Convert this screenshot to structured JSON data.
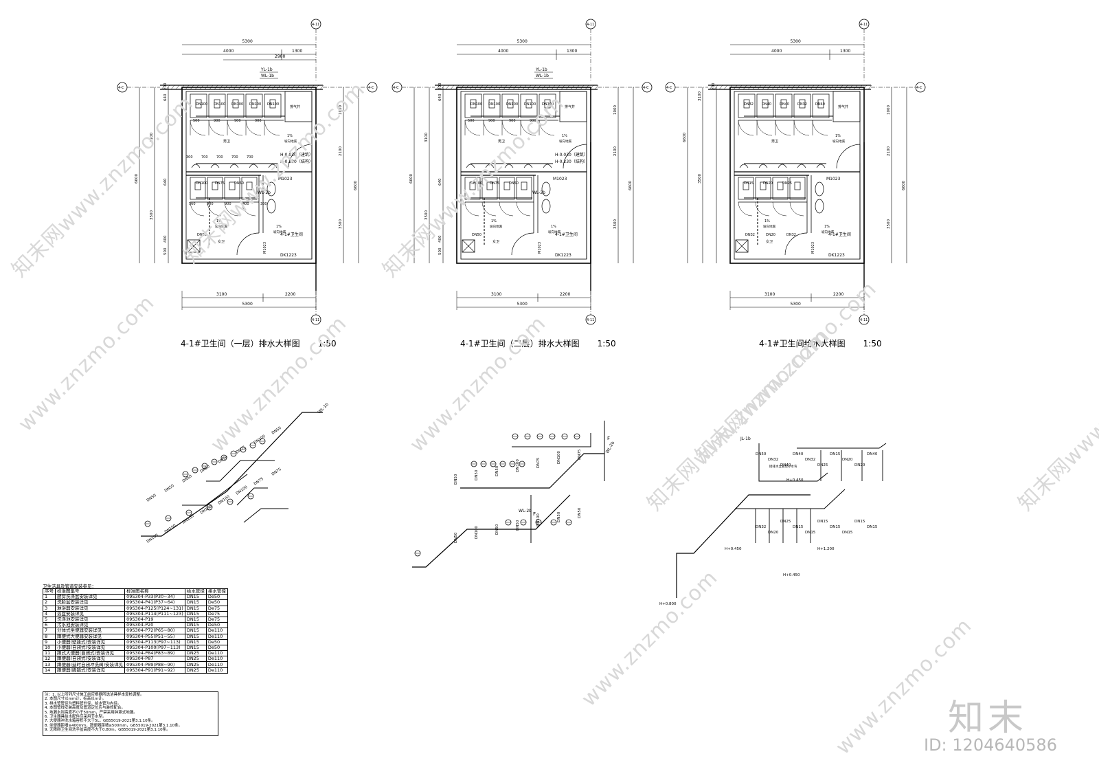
{
  "plans": [
    {
      "title": "4-1#卫生间（一层）排水大样图",
      "scale": "1:50",
      "dims_top": [
        "5300",
        "4000",
        "1300",
        "2900"
      ],
      "dims_bottom": [
        "3100",
        "2200",
        "5300"
      ],
      "dims_left": [
        "200",
        "640",
        "3100",
        "6600",
        "640",
        "3500",
        "400",
        "500"
      ],
      "dims_right": [
        "1000",
        "2100",
        "6600",
        "3500"
      ],
      "axis_top": "4-11",
      "axis_bottom": "4-11",
      "axis_left": "4-C",
      "axis_right": "4-C",
      "pipe_labels": [
        "YL-1b",
        "WL-1b",
        "WL-2b"
      ],
      "elevations": [
        "H-0.030（建筑）",
        "H-0.230（结构）"
      ],
      "doors": [
        "M1023",
        "M1023"
      ],
      "room": "4-1#卫生间",
      "opening": "DK1223",
      "shaft": "排气井",
      "male": "男卫",
      "female": "女卫",
      "slope": "1%",
      "slope_note": "坡向地漏",
      "sizes": [
        "DN100",
        "DN100",
        "DN100",
        "DN100",
        "DN100",
        "DN100",
        "DN75",
        "DN50",
        "DN50"
      ],
      "spacing": [
        "500",
        "900",
        "900",
        "900",
        "300",
        "700",
        "700",
        "700",
        "700",
        "560",
        "900",
        "900",
        "400",
        "300"
      ]
    },
    {
      "title": "4-1#卫生间（二层）排水大样图",
      "scale": "1:50",
      "dims_top": [
        "5300",
        "4000",
        "1300"
      ],
      "dims_bottom": [
        "3100",
        "2200",
        "5300"
      ],
      "dims_left": [
        "200",
        "640",
        "3100",
        "6600",
        "640",
        "3500",
        "400",
        "500"
      ],
      "dims_right": [
        "1000",
        "2100",
        "6600",
        "3500"
      ],
      "axis_top": "4-11",
      "axis_bottom": "4-11",
      "axis_left": "4-C",
      "axis_right": "4-C",
      "pipe_labels": [
        "YL-1b",
        "WL-1b",
        "WL-2b"
      ],
      "elevations": [
        "H-0.030（建筑）",
        "H-0.230（结构）"
      ],
      "doors": [
        "M1023",
        "M1023"
      ],
      "room": "4-1#卫生间",
      "opening": "DK1223",
      "shaft": "排气井",
      "male": "男卫",
      "female": "女卫",
      "slope": "1%",
      "slope_note": "坡向地漏",
      "sizes": [
        "DN100",
        "DN100",
        "DN100",
        "DN100",
        "DN100",
        "DN100",
        "DN75",
        "DN50",
        "DN50"
      ],
      "spacing": [
        "500",
        "900",
        "900",
        "900"
      ]
    },
    {
      "title": "4-1#卫生间给水大样图",
      "scale": "1:50",
      "dims_top": [
        "5300",
        "4000",
        "1300"
      ],
      "dims_bottom": [
        "3100",
        "2200",
        "5300"
      ],
      "dims_left": [
        "200",
        "3100",
        "6600",
        "3500"
      ],
      "dims_right": [
        "1000",
        "2100",
        "6600",
        "3500"
      ],
      "axis_top": "4-11",
      "axis_bottom": "4-11",
      "axis_left": "4-C",
      "axis_right": "4-C",
      "pipe_labels": [],
      "elevations": [],
      "doors": [
        "M1023",
        "M1023"
      ],
      "room": "4-1#卫生间",
      "opening": "DK1223",
      "shaft": "排气井",
      "male": "男卫",
      "female": "女卫",
      "slope": "1%",
      "slope_note": "坡向地漏",
      "sizes": [
        "DN32",
        "DN40",
        "DN40",
        "DN32",
        "DN40",
        "DN15",
        "DN20",
        "DN25",
        "DN32",
        "DN20",
        "DN32"
      ],
      "spacing": []
    }
  ],
  "iso1": {
    "sizes": [
      "DN100",
      "DN100",
      "DN100",
      "DN100",
      "DN100",
      "DN100",
      "DN75",
      "DN75",
      "DN50",
      "DN50",
      "DN50",
      "DN50",
      "DN50",
      "DN75",
      "DN100",
      "DN50"
    ],
    "riser": "WL-1b"
  },
  "iso2": {
    "sizes": [
      "DN50",
      "DN50",
      "DN50",
      "DN100",
      "DN75",
      "DN100",
      "DN75",
      "DN50",
      "DN100",
      "DN50",
      "DN50",
      "DN100",
      "DN50",
      "DN50"
    ],
    "risers": [
      "WL-2b",
      "WL-2b"
    ],
    "marks": [
      "F",
      "F"
    ]
  },
  "iso3": {
    "riser": "JL-1b",
    "sizes": [
      "DN50",
      "DN32",
      "DN40",
      "DN40",
      "DN32",
      "DN25",
      "DN15",
      "DN20",
      "DN20",
      "DN40",
      "DN32",
      "DN20",
      "DN25",
      "DN15",
      "DN15",
      "DN15",
      "DN15",
      "DN15",
      "DN15",
      "DN15"
    ],
    "elevations": [
      "H+0.450",
      "H+0.450",
      "H+1.200",
      "H+0.450",
      "H+0.800"
    ],
    "note": "接排水立管及存水弯"
  },
  "fixture_table": {
    "caption": "卫生洁具及管道安装参见：",
    "headers": [
      "序号",
      "标准图集号",
      "标准图名称",
      "给水管径",
      "排水管径"
    ],
    "rows": [
      [
        "1",
        "厨房洗涤盆安装详见",
        "09S304-P33(P30~34)",
        "DN15",
        "De50"
      ],
      [
        "2",
        "洗脸盆安装详见",
        "09S304-P41(P37~64)",
        "DN15",
        "De50"
      ],
      [
        "3",
        "淋浴器安装详见",
        "09S304-P125(P124~131)",
        "DN15",
        "De75"
      ],
      [
        "4",
        "浴盆安装详见",
        "09S304-P114(P111~123)",
        "DN15",
        "De75"
      ],
      [
        "5",
        "洗涤池安装详见",
        "09S304-P19",
        "DN15",
        "De75"
      ],
      [
        "6",
        "污水池安装详见",
        "09S304-P20",
        "DN15",
        "De50"
      ],
      [
        "7",
        "分体式坐便器安装详见",
        "09S304-P72(P65~80)",
        "DN15",
        "De110"
      ],
      [
        "8",
        "蹲便式大便器安装详见",
        "09S304-P55(P51~55)",
        "DN15",
        "De110"
      ],
      [
        "9",
        "小便器(壁挂式)安装详见",
        "09S304-P113(P97~113)",
        "DN15",
        "De50"
      ],
      [
        "10",
        "小便器(自闭式)安装详见",
        "09S304-P100(P97~113)",
        "DN15",
        "De50"
      ],
      [
        "11",
        "蹲式大便器(自闭式)安装详见",
        "09S304-P84(P83~89)",
        "DN25",
        "De110"
      ],
      [
        "12",
        "蹲便器(自闭式)安装详见",
        "09S304-P87",
        "DN25",
        "De110"
      ],
      [
        "13",
        "蹲便器(延时自闭冲洗阀)安装详见",
        "09S304-P89(P88~90)",
        "DN25",
        "De110"
      ],
      [
        "14",
        "蹲便器(脚踏式)安装详见",
        "09S304-P91(P91~92)",
        "DN25",
        "De110"
      ]
    ]
  },
  "notes": [
    "注：1. 以上所列尺寸施工前应根据所选洁具样本复核调整。",
    "2. 本图尺寸以mm计，标高以m计。",
    "3. 排水管管径为塑料管外径，给水管为内径。",
    "4. 本图管线安装高度及管道定位应与装修配合。",
    "5. 地漏水封高度不小于50mm，严禁采用钟罩式地漏。",
    "6. 卫生器具给水配件应采用节水型。",
    "7. 大便器冲洗水箱容积不大于5L，GB55019-2021第3.1.10条。",
    "8. 坐便器距墙≥400mm，蹲便器距墙≥500mm，GB55019-2021第3.1.10条。",
    "9. 无障碍卫生间洗手盆高度不大于0.80m，GB55019-2021第3.1.10条。"
  ],
  "brand": "知末",
  "id_text": "ID: 1204640586",
  "watermarks": [
    "知末网www.znzmo.com",
    "www.znzmo.com",
    "知末网www.znzmo.com",
    "www.znzmo.com",
    "知末网www.znzmo.com",
    "www.znzmo.com",
    "知末网www.znzmo.com",
    "www.znzmo.com",
    "知末网www.znzmo.com",
    "www.znzmo.com",
    "知末网www.znzmo.com"
  ]
}
